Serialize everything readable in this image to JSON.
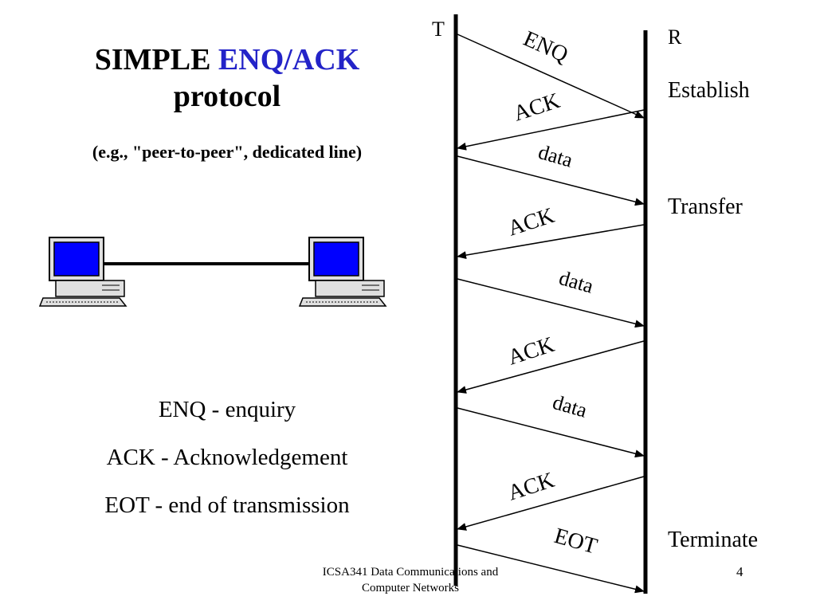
{
  "slide": {
    "title_part1": "SIMPLE ",
    "title_accent": "ENQ/ACK",
    "title_part2": "protocol",
    "subtitle": "(e.g., \"peer-to-peer\", dedicated line)",
    "accent_color": "#2323c8"
  },
  "legend": [
    "ENQ - enquiry",
    "ACK - Acknowledgement",
    "EOT - end of transmission"
  ],
  "illustration": {
    "left_device_icon": "desktop-computer-icon",
    "right_device_icon": "desktop-computer-icon",
    "screen_color": "#0000ff"
  },
  "sequence": {
    "left_endpoint": "T",
    "right_endpoint": "R",
    "messages": [
      "ENQ",
      "ACK",
      "data",
      "ACK",
      "data",
      "ACK",
      "data",
      "ACK",
      "EOT"
    ],
    "phases": [
      "Establish",
      "Transfer",
      "Terminate"
    ]
  },
  "footer": {
    "course_line1": "ICSA341 Data Communications and",
    "course_line2": "Computer Networks",
    "page_number": "4"
  }
}
